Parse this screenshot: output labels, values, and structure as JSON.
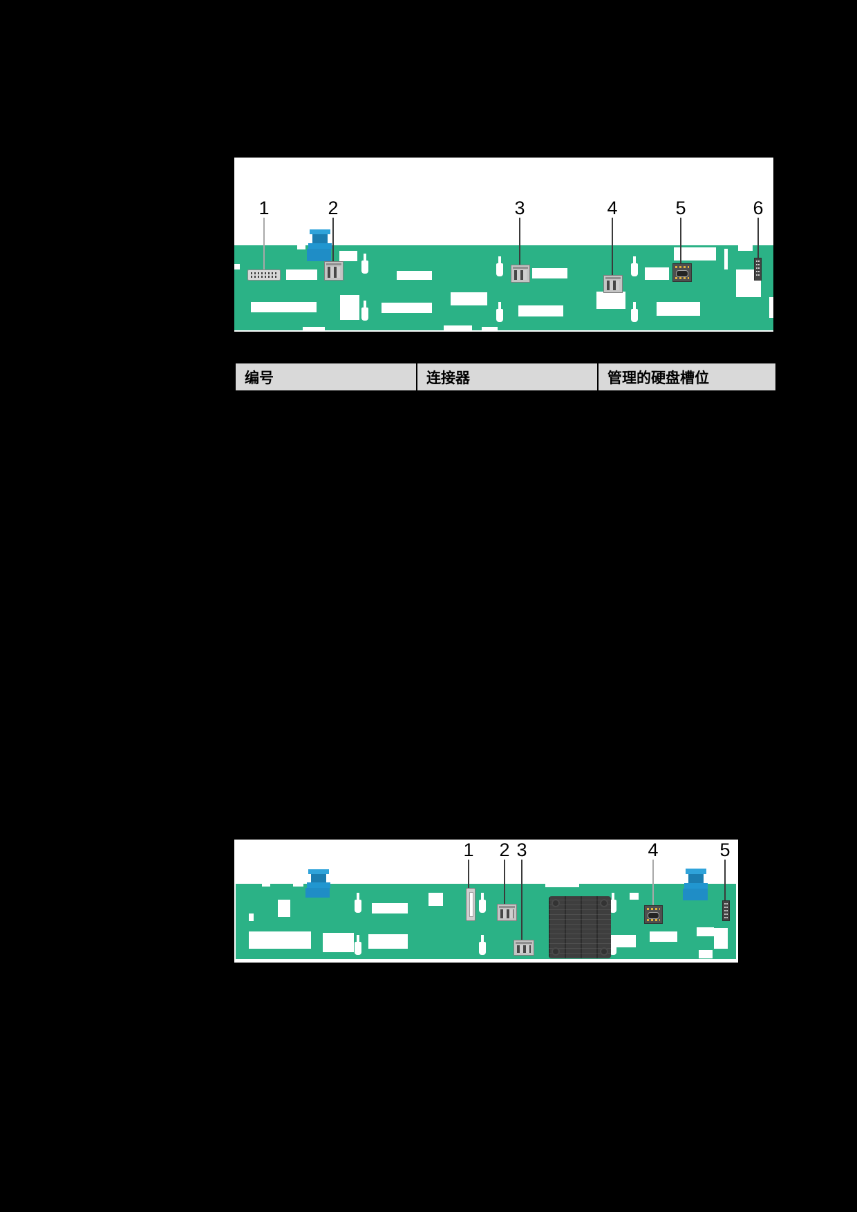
{
  "document": {
    "type": "server-manual-page",
    "background_color": "#000000"
  },
  "figure_top": {
    "name": "drive-backplane-connectors-diagram",
    "callouts": [
      "1",
      "2",
      "3",
      "4",
      "5",
      "6"
    ]
  },
  "connector_table": {
    "headers": [
      "编号",
      "连接器",
      "管理的硬盘槽位"
    ],
    "header_bg": "#d9d9d9"
  },
  "figure_bottom": {
    "name": "expander-backplane-connectors-diagram",
    "callouts": [
      "1",
      "2",
      "3",
      "4",
      "5"
    ]
  },
  "colors": {
    "board_green": "#2bb286",
    "standoff_blue": "#2196d0",
    "table_header_bg": "#d9d9d9",
    "page_background": "#000000"
  }
}
